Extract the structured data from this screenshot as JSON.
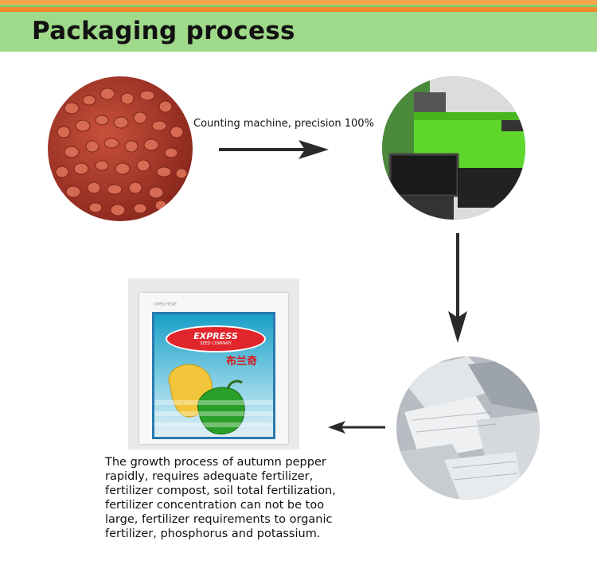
{
  "header": {
    "title": "Packaging process"
  },
  "steps": {
    "counting_label": "Counting machine, precision 100%"
  },
  "packet": {
    "open_text": "OPEN HERE",
    "brand": "EXPRESS",
    "brand_sub": "SEED COMPANY",
    "product_name": "布兰奇"
  },
  "description": {
    "lines": [
      "The growth process of autumn pepper",
      "rapidly, requires adequate fertilizer,",
      "fertilizer compost, soil total fertilization,",
      "fertilizer concentration can not be too",
      "large, fertilizer requirements to organic",
      "fertilizer, phosphorus and potassium."
    ]
  },
  "colors": {
    "banner": "#9fd98a",
    "stripe_orange": "#f08a2c",
    "arrow": "#2a2a2a"
  }
}
